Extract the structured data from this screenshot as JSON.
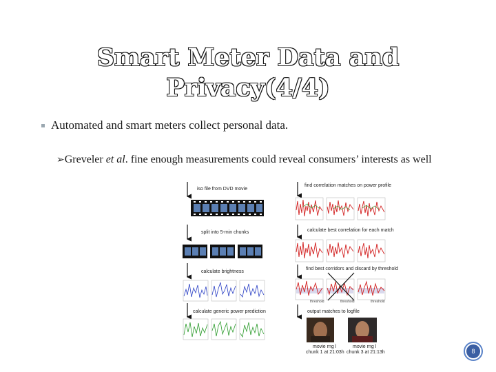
{
  "slide": {
    "title_line1": "Smart Meter Data and",
    "title_line2": "Privacy(4/4)",
    "bullet1": "Automated and smart meters collect personal data.",
    "bullet2_prefix": "Greveler ",
    "bullet2_italic": "et al",
    "bullet2_rest": ". fine enough measurements could reveal consumers’ interests as well",
    "page_number": "8"
  },
  "figure": {
    "left_steps": [
      "iso file from DVD movie",
      "split into 5-min chunks",
      "calculate brightness",
      "calculate generic power prediction"
    ],
    "right_steps": [
      "find correlation matches on power profile",
      "calculate best correlation for each match",
      "find best corridors and discard by threshold",
      "output matches to logfile"
    ],
    "thresholds": [
      "threshold",
      "threshold",
      "threshold"
    ],
    "match_captions": [
      {
        "line1": "movie rng l",
        "line2": "chunk 1 at 21:03h"
      },
      {
        "line1": "movie rng l",
        "line2": "chunk 3 at 21:13h"
      }
    ],
    "colors": {
      "red": "#d21f1f",
      "blue": "#2a3fc4",
      "green": "#2a9a2a"
    }
  }
}
